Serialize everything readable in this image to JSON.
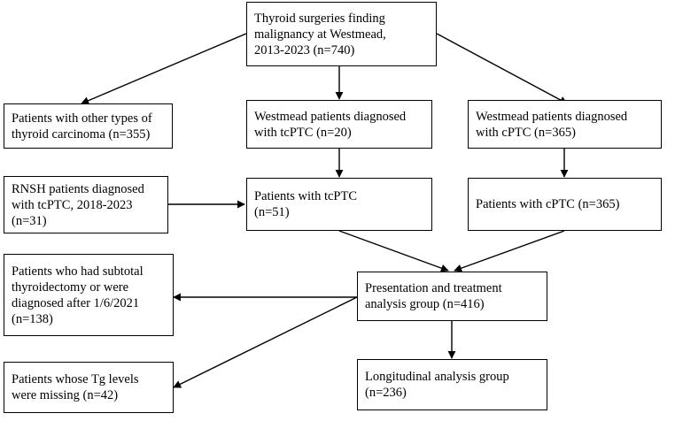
{
  "boxes": {
    "root": "Thyroid surgeries finding\nmalignancy at Westmead,\n2013-2023 (n=740)",
    "other": "Patients with other types of\nthyroid carcinoma (n=355)",
    "west_tcptc": "Westmead patients diagnosed\nwith tcPTC (n=20)",
    "west_cptc": "Westmead patients diagnosed\nwith cPTC (n=365)",
    "rnsh": "RNSH patients diagnosed\nwith tcPTC, 2018-2023\n(n=31)",
    "tcptc": "Patients with tcPTC\n(n=51)",
    "cptc": "Patients with cPTC (n=365)",
    "subtotal": "Patients who had subtotal\nthyroidectomy or were\ndiagnosed after 1/6/2021\n(n=138)",
    "presentation": "Presentation and treatment\nanalysis group (n=416)",
    "tg_missing": "Patients whose Tg levels\nwere missing (n=42)",
    "longitudinal": "Longitudinal analysis group\n(n=236)"
  }
}
